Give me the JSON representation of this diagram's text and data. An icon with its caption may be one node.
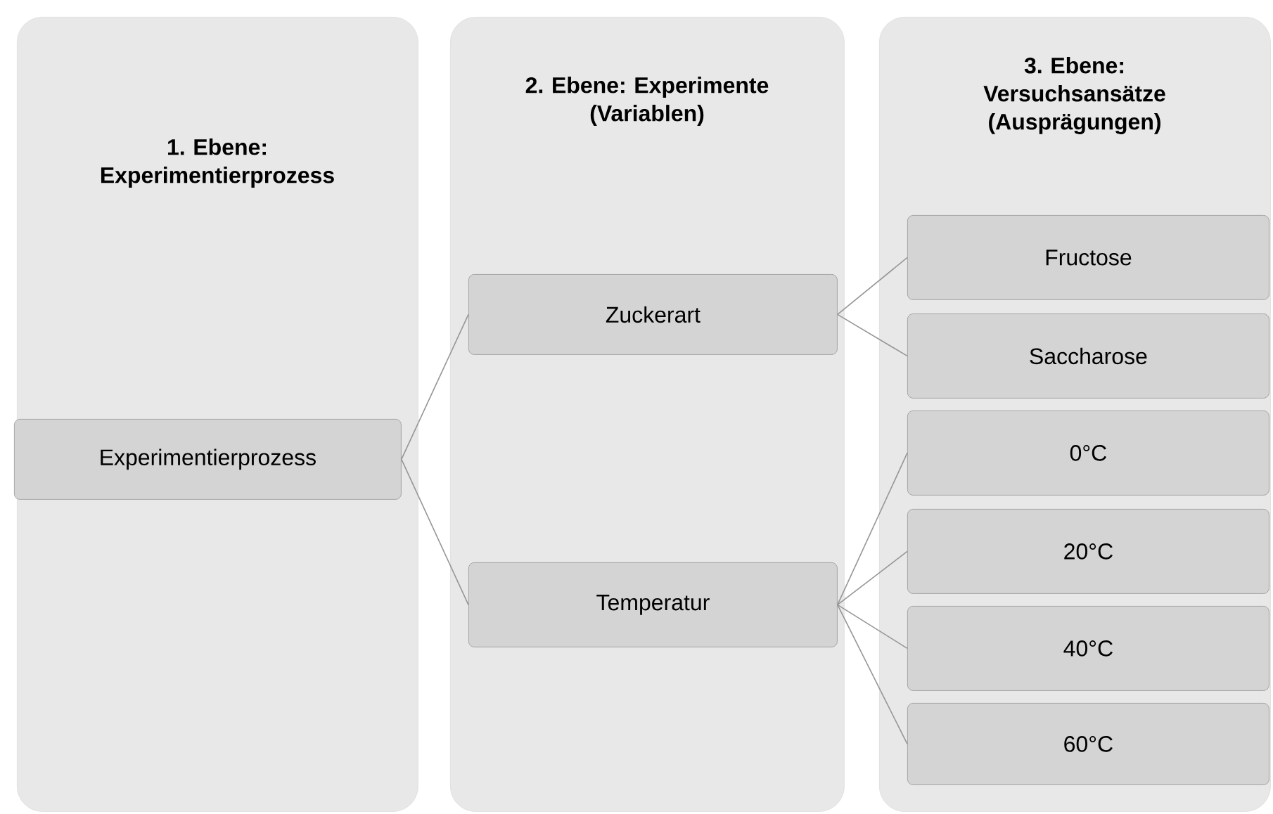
{
  "diagram": {
    "nodes": [
      {
        "text": [
          "1. Ebene: Experimentierprozess"
        ]
      },
      {
        "text": [
          "Experimentierprozess"
        ],
        "in": 0
      },
      {
        "text": [
          "2. Ebene: Experimente (Variablen)"
        ]
      },
      {
        "text": [
          "Zuckerart"
        ],
        "in": 2
      },
      {
        "text": [
          "Temperatur"
        ],
        "in": 2
      },
      {
        "text": [
          "3. Ebene: Versuchsansätze (Ausprägungen)"
        ]
      },
      {
        "text": [
          "Fructose"
        ],
        "in": 5
      },
      {
        "text": [
          "Saccharose"
        ],
        "in": 5
      },
      {
        "text": [
          "0°C"
        ],
        "in": 5
      },
      {
        "text": [
          "20°C"
        ],
        "in": 5
      },
      {
        "text": [
          "40°C"
        ],
        "in": 5
      },
      {
        "text": [
          "60°C"
        ],
        "in": 5
      }
    ],
    "edges": [
      {
        "from": 1,
        "to": 3,
        "arrow": "none"
      },
      {
        "from": 1,
        "to": 4,
        "arrow": "none"
      },
      {
        "from": 3,
        "to": 6,
        "arrow": "none"
      },
      {
        "from": 3,
        "to": 7,
        "arrow": "none"
      },
      {
        "from": 4,
        "to": 8,
        "arrow": "none"
      },
      {
        "from": 4,
        "to": 9,
        "arrow": "none"
      },
      {
        "from": 4,
        "to": 10,
        "arrow": "none"
      },
      {
        "from": 4,
        "to": 11,
        "arrow": "none"
      }
    ]
  }
}
